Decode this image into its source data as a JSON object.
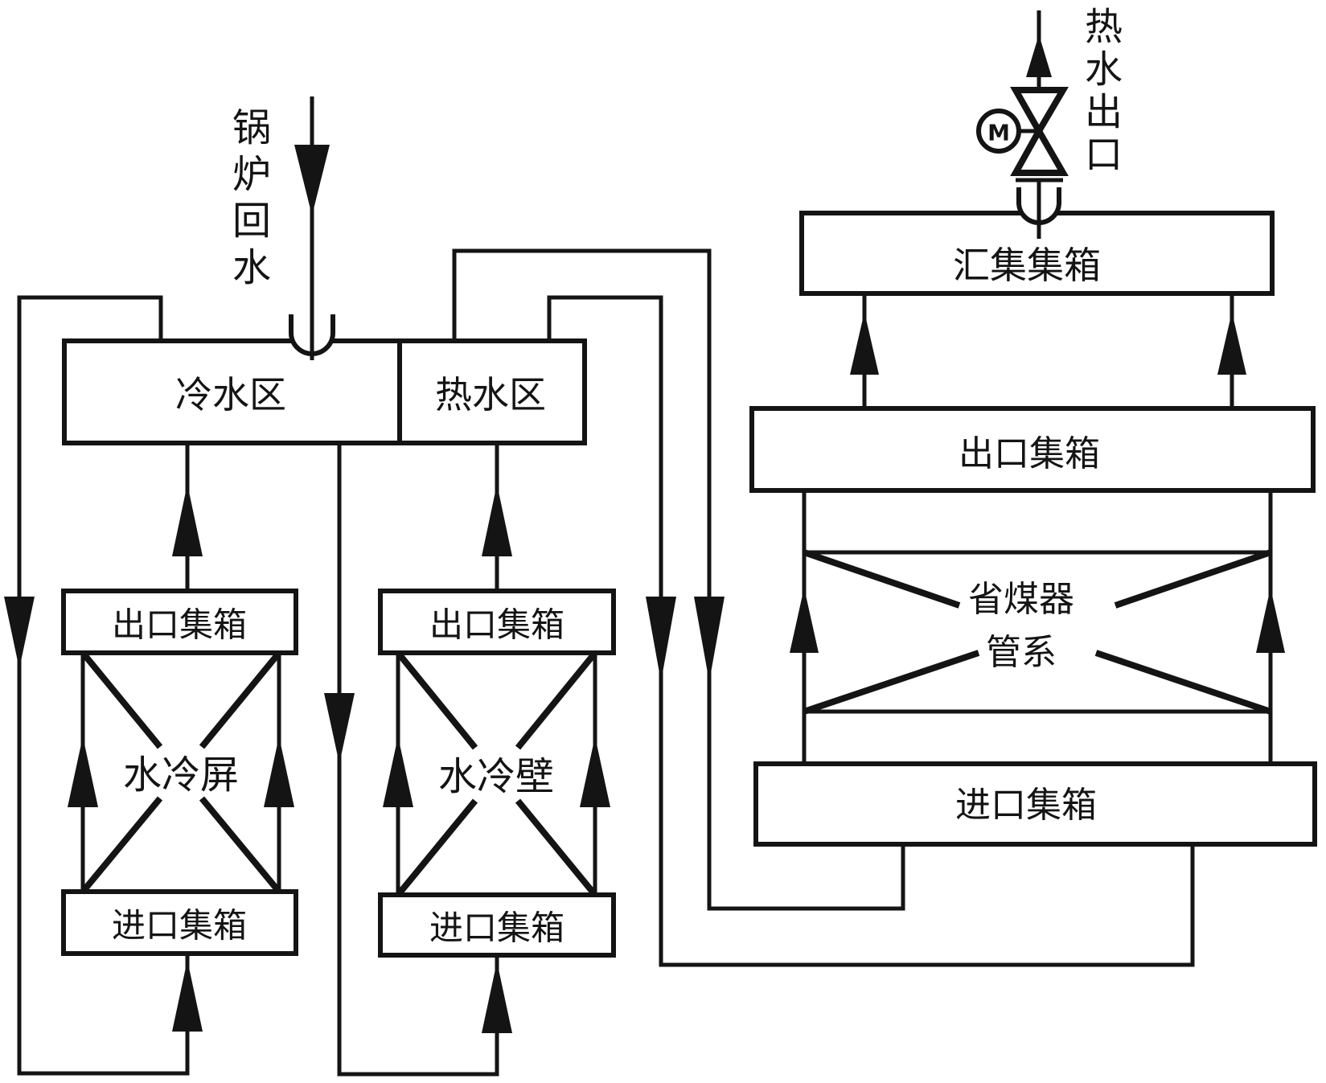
{
  "labels": {
    "boiler_return_water": "锅炉回水",
    "hot_water_outlet": "热水出口",
    "cold_water_zone": "冷水区",
    "hot_water_zone": "热水区",
    "outlet_header": "出口集箱",
    "inlet_header": "进口集箱",
    "collecting_header": "汇集集箱",
    "water_cooled_screen": "水冷屏",
    "water_cooled_wall": "水冷壁",
    "economizer_line1": "省煤器",
    "economizer_line2": "管系",
    "motor_symbol": "M"
  },
  "colors": {
    "line": "#141414",
    "background": "#ffffff"
  }
}
